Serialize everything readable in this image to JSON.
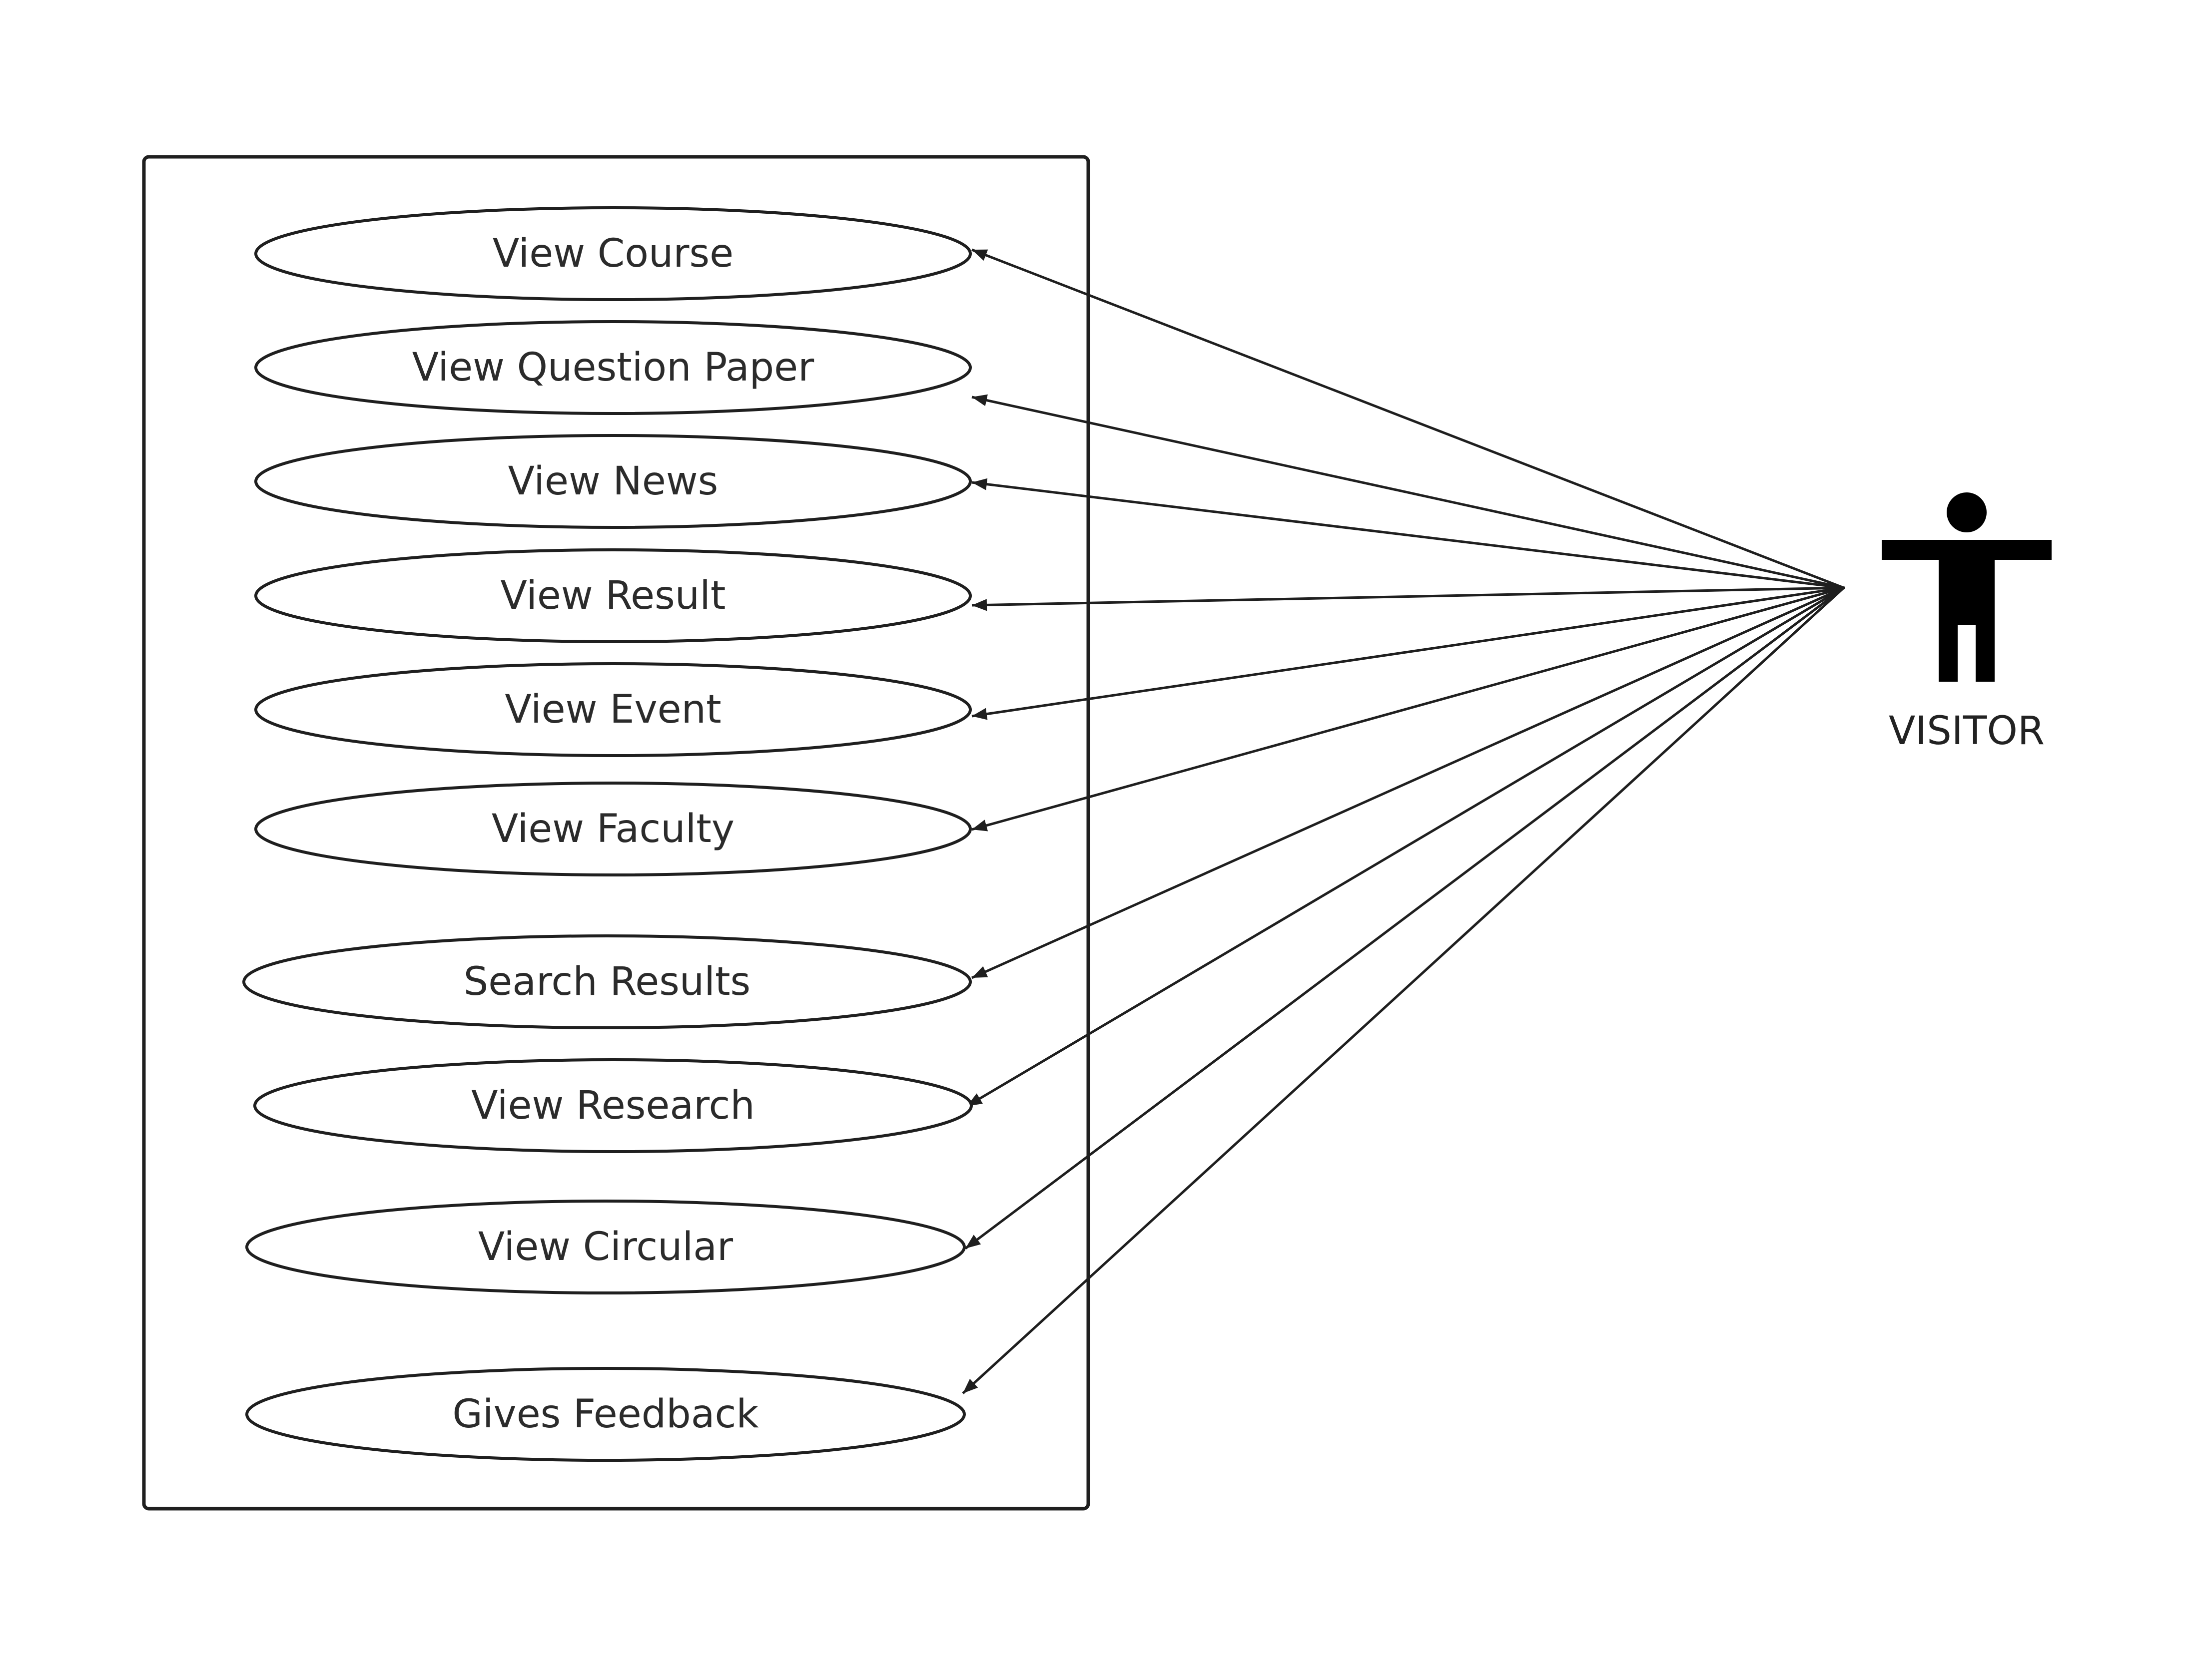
{
  "system": {
    "use_cases": [
      {
        "id": "view-course",
        "label": "View Course"
      },
      {
        "id": "view-question-paper",
        "label": "View Question Paper"
      },
      {
        "id": "view-news",
        "label": "View News"
      },
      {
        "id": "view-result",
        "label": "View Result"
      },
      {
        "id": "view-event",
        "label": "View Event"
      },
      {
        "id": "view-faculty",
        "label": "View Faculty"
      },
      {
        "id": "search-results",
        "label": "Search Results"
      },
      {
        "id": "view-research",
        "label": "View Research"
      },
      {
        "id": "view-circular",
        "label": "View Circular"
      },
      {
        "id": "gives-feedback",
        "label": "Gives Feedback"
      }
    ]
  },
  "actor": {
    "label": "VISITOR",
    "icon": "person-icon"
  },
  "associations": [
    {
      "from": "actor",
      "to": "view-course"
    },
    {
      "from": "actor",
      "to": "view-question-paper"
    },
    {
      "from": "actor",
      "to": "view-news"
    },
    {
      "from": "actor",
      "to": "view-result"
    },
    {
      "from": "actor",
      "to": "view-event"
    },
    {
      "from": "actor",
      "to": "view-faculty"
    },
    {
      "from": "actor",
      "to": "search-results"
    },
    {
      "from": "actor",
      "to": "view-research"
    },
    {
      "from": "actor",
      "to": "view-circular"
    },
    {
      "from": "actor",
      "to": "gives-feedback"
    }
  ],
  "colors": {
    "stroke": "#1f1f1f",
    "text": "#2b2b2b",
    "actor": "#000000",
    "background": "#ffffff"
  }
}
